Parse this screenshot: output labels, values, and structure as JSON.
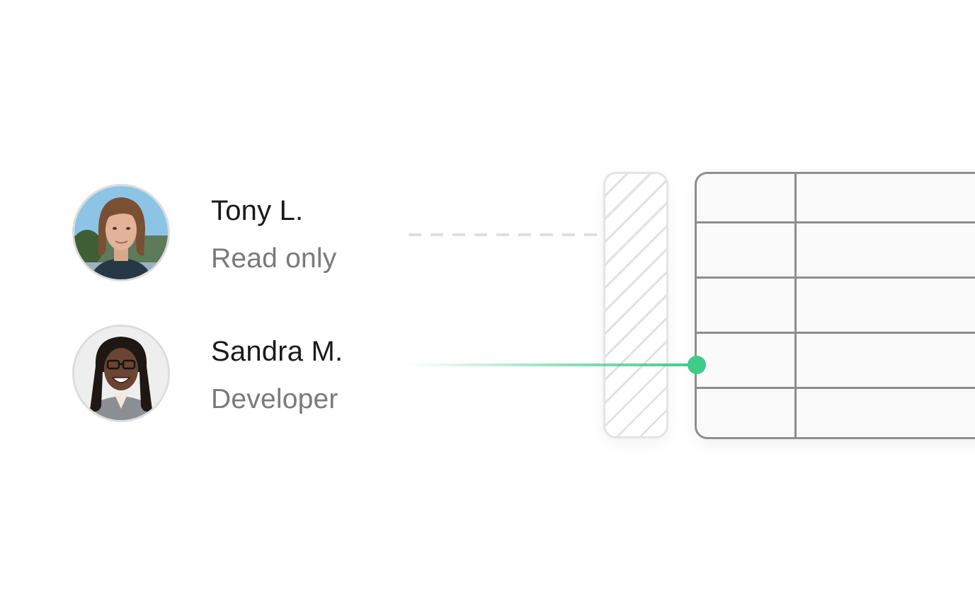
{
  "users": [
    {
      "name": "Tony L.",
      "role": "Read only",
      "access": "blocked"
    },
    {
      "name": "Sandra M.",
      "role": "Developer",
      "access": "granted"
    }
  ],
  "colors": {
    "accent": "#3dcc8a",
    "blocked_line": "#dedede",
    "table_border": "#8e8e8e",
    "gate_border": "#e4e4e4",
    "name_text": "#1a1a1a",
    "role_text": "#7a7a7a"
  },
  "table": {
    "rows": 5,
    "columns": 2
  }
}
